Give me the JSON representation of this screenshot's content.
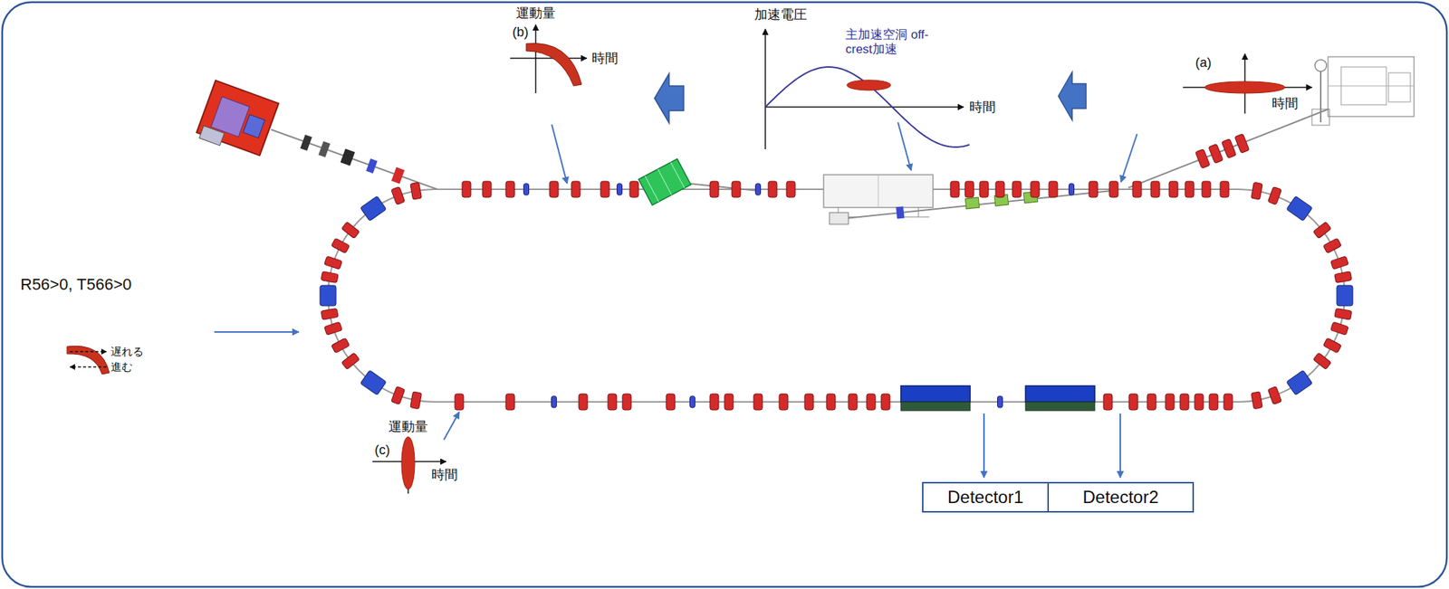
{
  "diagram": {
    "nodes": [
      {
        "text": [
          "Detector1"
        ]
      },
      {
        "text": [
          "Detector2"
        ]
      }
    ],
    "labels": [
      "運動量",
      "(b)",
      "時間",
      "加速電圧",
      "主加速空洞 off-crest加速",
      "時間",
      "(a)",
      "時間",
      "R56>0, T566>0",
      "遅れる",
      "進む",
      "運動量",
      "(c)",
      "時間"
    ]
  }
}
